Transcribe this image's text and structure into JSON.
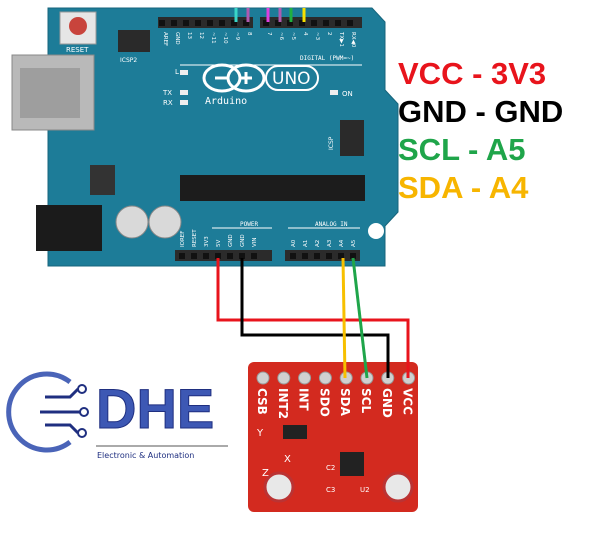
{
  "arduino": {
    "brand": "Arduino",
    "model": "UNO",
    "reset_label": "RESET",
    "icsp2_label": "ICSP2",
    "icsp_label": "ICSP",
    "led_labels": [
      "L",
      "TX",
      "RX",
      "ON"
    ],
    "digital_header_label": "DIGITAL (PWM=~)",
    "digital_pins": [
      "AREF",
      "GND",
      "13",
      "12",
      "~11",
      "~10",
      "~9",
      "8",
      "7",
      "~6",
      "~5",
      "4",
      "~3",
      "2",
      "TX▶1",
      "RX◀0"
    ],
    "power_header_label": "POWER",
    "power_pins": [
      "IOREF",
      "RESET",
      "3V3",
      "5V",
      "GND",
      "GND",
      "VIN"
    ],
    "analog_header_label": "ANALOG IN",
    "analog_pins": [
      "A0",
      "A1",
      "A2",
      "A3",
      "A4",
      "A5"
    ]
  },
  "legend": [
    {
      "text": "VCC - 3V3",
      "color": "#e8141c"
    },
    {
      "text": "GND - GND",
      "color": "#000000"
    },
    {
      "text": "SCL - A5",
      "color": "#1fa54a"
    },
    {
      "text": "SDA - A4",
      "color": "#f7b500"
    }
  ],
  "sensor": {
    "pins": [
      "CSB",
      "INT2",
      "INT",
      "SDO",
      "SDA",
      "SCL",
      "GND",
      "VCC"
    ],
    "axis_labels": [
      "Y",
      "X",
      "Z"
    ],
    "component_labels": [
      "C2",
      "C3",
      "U2"
    ]
  },
  "logo": {
    "name": "DHE",
    "tagline": "Electronic & Automation"
  },
  "colors": {
    "board": "#1d7c98",
    "sensor": "#d32a1f",
    "vcc": "#e8141c",
    "gnd": "#000000",
    "scl": "#1fa54a",
    "sda": "#f7b500"
  }
}
